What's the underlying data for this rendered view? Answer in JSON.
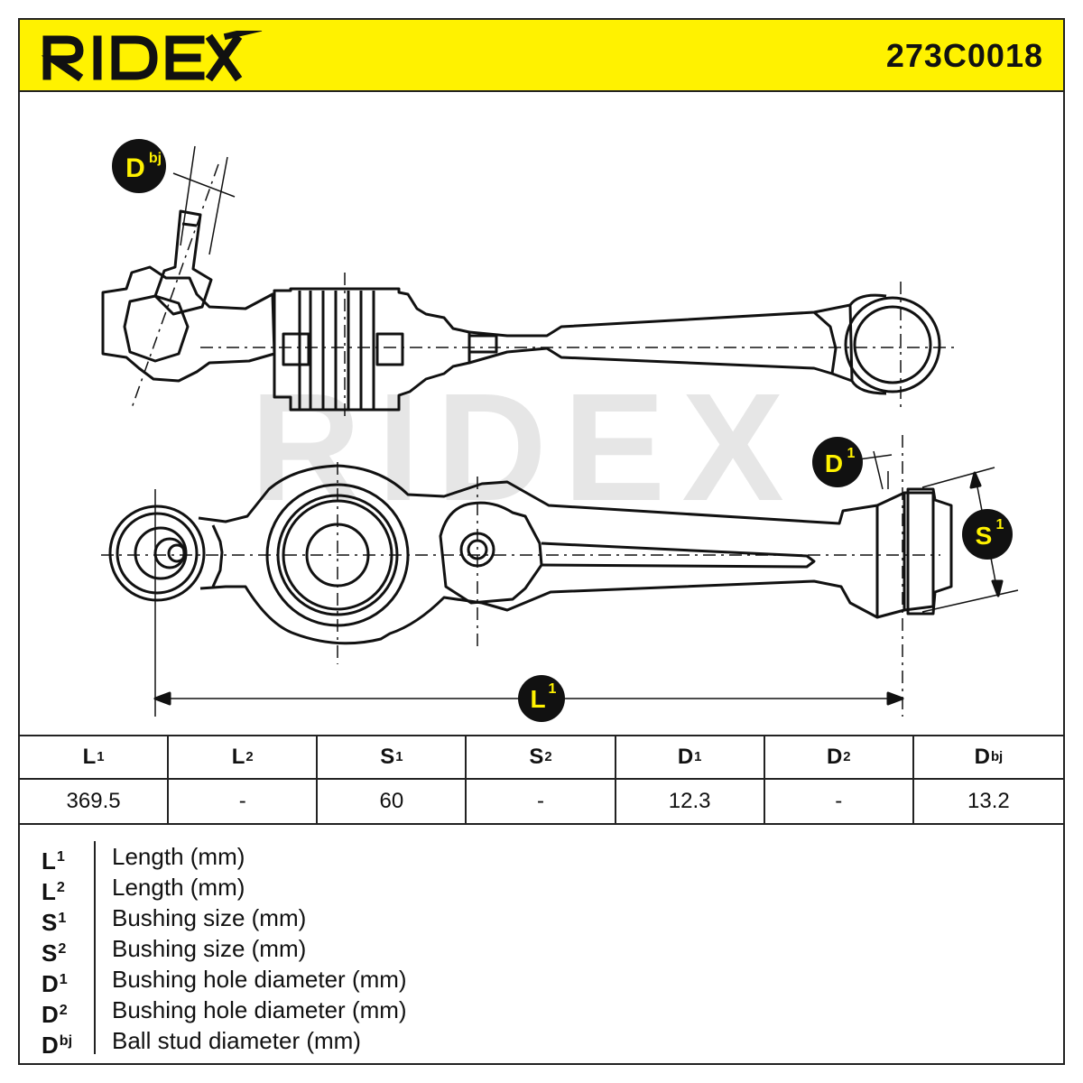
{
  "brand": "RIDEX",
  "part_number": "273C0018",
  "watermark": "RIDEX",
  "colors": {
    "header": "#fff200",
    "badge_bg": "#111111",
    "badge_text": "#fff200",
    "line": "#111111",
    "watermark": "#e6e6e6"
  },
  "labels": {
    "d_bj": {
      "main": "D",
      "sup": "bj"
    },
    "d1": {
      "main": "D",
      "sup": "1"
    },
    "s1": {
      "main": "S",
      "sup": "1"
    },
    "l1": {
      "main": "L",
      "sup": "1"
    }
  },
  "table": {
    "headers": [
      {
        "main": "L",
        "sup": "1"
      },
      {
        "main": "L",
        "sup": "2"
      },
      {
        "main": "S",
        "sup": "1"
      },
      {
        "main": "S",
        "sup": "2"
      },
      {
        "main": "D",
        "sup": "1"
      },
      {
        "main": "D",
        "sup": "2"
      },
      {
        "main": "D",
        "sup": "bj"
      }
    ],
    "values": [
      "369.5",
      "-",
      "60",
      "-",
      "12.3",
      "-",
      "13.2"
    ]
  },
  "legend": [
    {
      "main": "L",
      "sup": "1",
      "desc": "Length (mm)"
    },
    {
      "main": "L",
      "sup": "2",
      "desc": "Length (mm)"
    },
    {
      "main": "S",
      "sup": "1",
      "desc": "Bushing size (mm)"
    },
    {
      "main": "S",
      "sup": "2",
      "desc": "Bushing size (mm)"
    },
    {
      "main": "D",
      "sup": "1",
      "desc": "Bushing hole diameter (mm)"
    },
    {
      "main": "D",
      "sup": "2",
      "desc": "Bushing hole diameter (mm)"
    },
    {
      "main": "D",
      "sup": "bj",
      "desc": "Ball stud diameter (mm)"
    }
  ]
}
